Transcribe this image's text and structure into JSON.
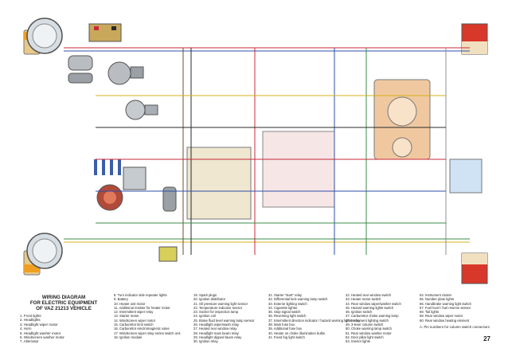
{
  "diagram": {
    "title_lines": [
      "WIRING DIAGRAM",
      "FOR ELECTRIC EQUIPMENT",
      "OF VAZ 21213 VEHICLE"
    ],
    "page_number": "27"
  },
  "legend": {
    "column1": [
      "1. Front lights",
      "2. Headlights",
      "3. Headlight wiper motor",
      "4. Horn",
      "5. Headlight washer motor",
      "6. Windscreen washer motor",
      "7. Alternator"
    ],
    "column2": [
      "8. Turn indicator side repeater lights",
      "9. Battery",
      "10. Heater unit motor",
      "11. Additional resistor for heater motor",
      "12. Intermittent wiper relay",
      "13. Starter motor",
      "14. Windscreen wiper motor",
      "15. Carburettor limit switch",
      "16. Carburettor electromagnetic valve",
      "17. Windscreen wiper relay series switch unit",
      "18. Ignition module"
    ],
    "column3": [
      "19. Spark plugs",
      "20. Ignition distributor",
      "21. Oil pressure warning light sensor",
      "22. Temperature indicator sensor",
      "23. Socket for inspection lamp",
      "24. Ignition coil",
      "25. Brake fluid level warning lamp sensor",
      "26. Headlight wiper/wash relay",
      "27. Heated rear window relay",
      "28. Headlight main beam relay",
      "29. Headlight dipped beam relay",
      "30. Ignition relay"
    ],
    "column4": [
      "31. Starter \"start\" relay",
      "32. Differential lock warning lamp switch",
      "33. Exterior lighting switch",
      "34. Cigarette lighter",
      "35. Stop signal switch",
      "36. Reversing light switch",
      "37. Intermittent direction indicator / hazard warning lights relay",
      "38. Main fuse box",
      "39. Additional fuse box",
      "40. Heater on choke illumination bulbs",
      "41. Fixed fog light switch"
    ],
    "column5": [
      "42. Heated rear window switch",
      "43. Heater motor switch",
      "44. Rear window wiper/washer switch",
      "45. Hazard warning lights switch",
      "46. Ignition switch",
      "47. Carburettor choke warning lamp",
      "48. Instrument lighting switch",
      "49. 3-lever column switch",
      "50. Choke warning lamp switch",
      "51. Rear window washer motor",
      "52. Door pillar light switch",
      "53. Interior lights"
    ],
    "column6": [
      "54. Instrument cluster",
      "55. Number plate lights",
      "56. Handbrake warning light switch",
      "57. Fuel level / fuel reserve sensor",
      "58. Tail lights",
      "59. Rear window wiper motor",
      "60. Rear window heating element"
    ],
    "note": "A. Pin numbers for column switch connectors"
  },
  "colors": {
    "wire_red": "#c8283a",
    "wire_blue": "#2f4fa8",
    "wire_green": "#3b8b4b",
    "wire_yellow": "#d6b01a",
    "wire_brown": "#7a4a2a",
    "wire_black": "#2a2a2a",
    "wire_gray": "#8a8f95",
    "panel_blue": "#cfe3f4",
    "tail_light_red": "#d8382a"
  }
}
